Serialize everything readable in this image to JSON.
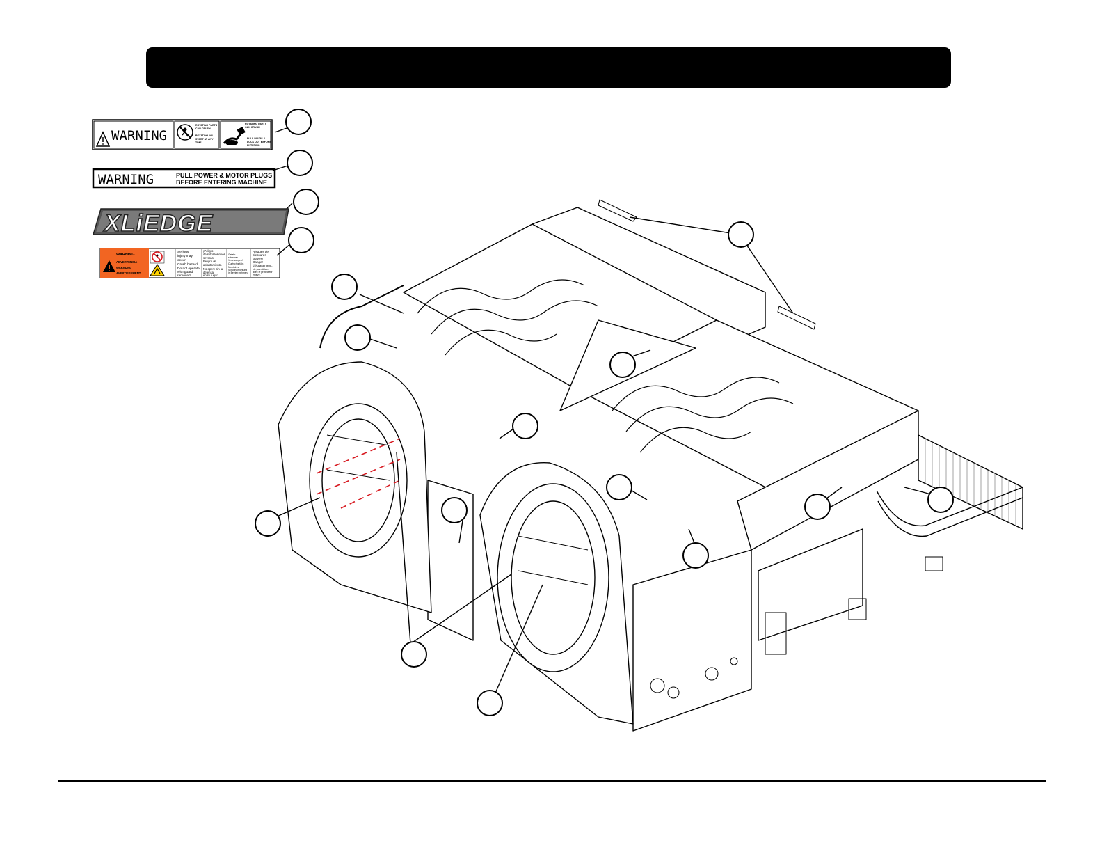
{
  "decals": {
    "warning_pinch": {
      "warning_word": "WARNING",
      "panel2_lines": [
        "ROTATING PARTS",
        "CAN CRUSH",
        "ROTATING WILL",
        "START AT ANY",
        "TIME"
      ],
      "panel3_lines": [
        "ROTATING PARTS",
        "CAN CRUSH",
        "PULL PLUGS &",
        "LOCK OUT BEFORE",
        "ENTERING"
      ]
    },
    "warning_plugs": {
      "warning_word": "WARNING",
      "line1": "PULL POWER & MOTOR PLUGS",
      "line2": "BEFORE ENTERING MACHINE"
    },
    "logo": {
      "text": "XLiEDGE"
    },
    "multilingual": {
      "warning_block": [
        "WARNING",
        "ADVERTENCIA",
        "WARNUNG",
        "AVERTISSEMENT"
      ],
      "col1": [
        "Serious",
        "injury may",
        "occur.",
        "Crush hazard.",
        "Do not operate",
        "with guard",
        "removed."
      ],
      "col2": [
        "¡Peligro",
        "de sufrir lesiones",
        "severas!",
        "Peligro de",
        "aplastamiento.",
        "No opere sin la",
        "defensa",
        "en su lugar."
      ],
      "col3": [
        "Gefahr",
        "schwerer",
        "Verletzungen!",
        "Quetschgefahr.",
        "Nicht ohne",
        "Schutzvorrichtung",
        "in Betrieb nehmen."
      ],
      "col4": [
        "Risques de",
        "blessures",
        "graves!",
        "Danger",
        "d'écrasement.",
        "Ne pas utiliser",
        "avec le protecteur",
        "enlevé."
      ]
    }
  },
  "colors": {
    "title_bar": "#000000",
    "warning_orange": "#f26522",
    "caution_yellow": "#ffd200",
    "prohibition_red": "#d71920"
  }
}
